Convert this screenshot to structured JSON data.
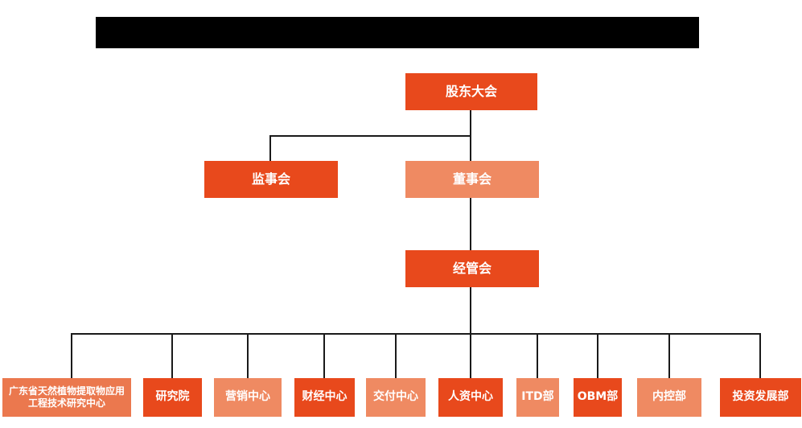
{
  "colors": {
    "bright": "#E8491C",
    "light": "#EF8A62",
    "light-deep": "#EB784E",
    "line": "#1A1A1A",
    "redacted": "#000000",
    "node-text": "#FFFFFF",
    "background": "#FFFFFF"
  },
  "org": {
    "root": {
      "label": "股东大会"
    },
    "level2": [
      {
        "label": "监事会"
      },
      {
        "label": "董事会"
      }
    ],
    "level3": {
      "label": "经管会"
    },
    "departments": [
      {
        "label": "广东省天然植物提取物应用工程技术研究中心"
      },
      {
        "label": "研究院"
      },
      {
        "label": "营销中心"
      },
      {
        "label": "财经中心"
      },
      {
        "label": "交付中心"
      },
      {
        "label": "人资中心"
      },
      {
        "label": "ITD部"
      },
      {
        "label": "OBM部"
      },
      {
        "label": "内控部"
      },
      {
        "label": "投资发展部"
      }
    ]
  }
}
